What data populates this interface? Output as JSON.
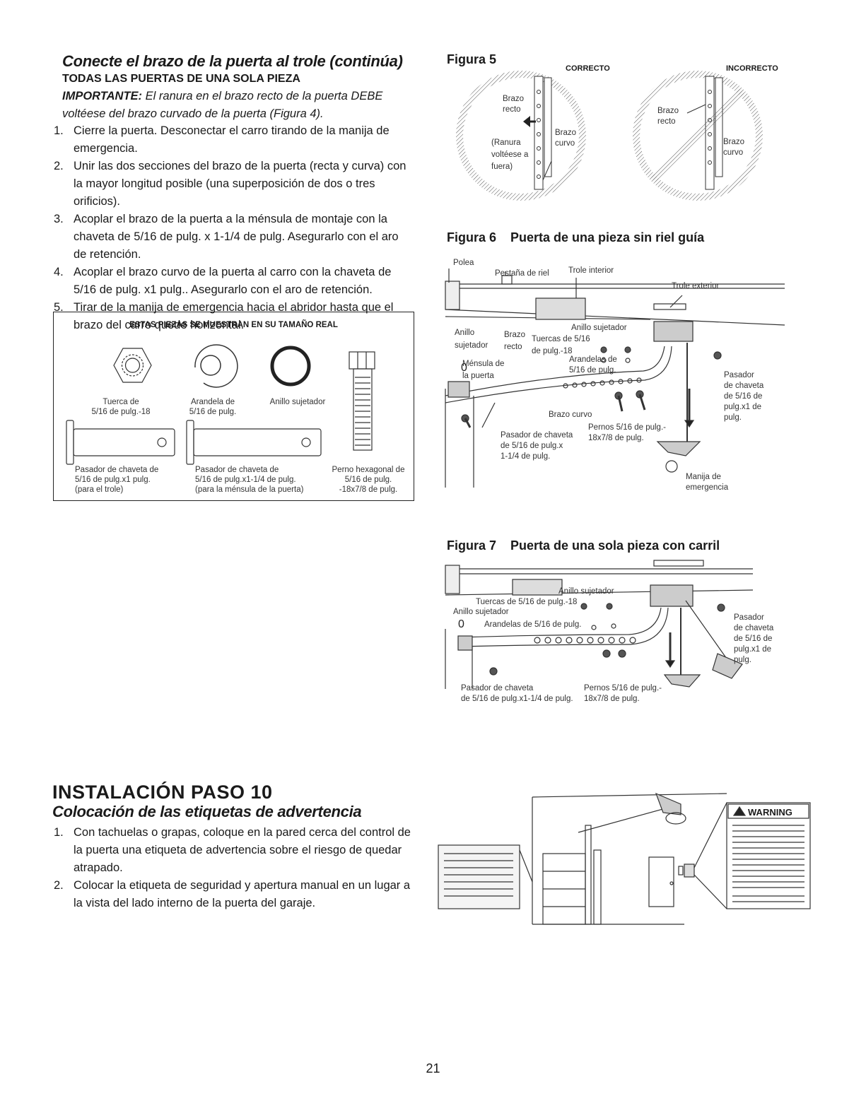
{
  "left": {
    "heading": "Conecte el brazo de la puerta al trole (continúa)",
    "subheading": "TODAS LAS PUERTAS DE UNA SOLA PIEZA",
    "important_label": "IMPORTANTE:",
    "important_text": " El ranura en el brazo recto de la puerta DEBE voltéese del brazo curvado de la puerta (Figura 4).",
    "steps": [
      {
        "num": "1.",
        "text": "Cierre la puerta. Desconectar el carro tirando de la manija de emergencia."
      },
      {
        "num": "2.",
        "text": "Unir las dos secciones del brazo de la puerta (recta y curva) con la mayor longitud posible (una superposición de dos o tres orificios)."
      },
      {
        "num": "3.",
        "text": "Acoplar el brazo de la puerta a la ménsula de montaje con la chaveta de 5/16 de pulg. x 1-1/4 de pulg. Asegurarlo con el aro de retención."
      },
      {
        "num": "4.",
        "text": "Acoplar el brazo curvo de la puerta al carro con la chaveta de 5/16 de pulg. x1 pulg.. Asegurarlo con el aro de retención."
      },
      {
        "num": "5.",
        "text": "Tirar de la manija de emergencia hacia el abridor hasta que el brazo del carro quede horizontal."
      }
    ]
  },
  "parts": {
    "title": "ESTAS PIEZAS SE MUESTRAN EN SU TAMAÑO REAL",
    "nut_1": "Tuerca de",
    "nut_2": "5/16 de pulg.-18",
    "washer_1": "Arandela de",
    "washer_2": "5/16 de pulg.",
    "ring": "Anillo sujetador",
    "pin1_1": "Pasador de chaveta de",
    "pin1_2": "5/16 de pulg.x1 pulg.",
    "pin1_3": "(para el trole)",
    "pin2_1": "Pasador de chaveta de",
    "pin2_2": "5/16 de pulg.x1-1/4 de pulg.",
    "pin2_3": "(para la ménsula de la puerta)",
    "bolt_1": "Perno hexagonal de",
    "bolt_2": "5/16 de pulg.",
    "bolt_3": "-18x7/8 de pulg."
  },
  "fig5": {
    "title": "Figura 5",
    "correct": "CORRECTO",
    "incorrect": "INCORRECTO",
    "c_brazo_recto_1": "Brazo",
    "c_brazo_recto_2": "recto",
    "c_ranura_1": "(Ranura",
    "c_ranura_2": "voltéese a",
    "c_ranura_3": "fuera)",
    "c_brazo_curvo_1": "Brazo",
    "c_brazo_curvo_2": "curvo",
    "i_brazo_recto_1": "Brazo",
    "i_brazo_recto_2": "recto",
    "i_brazo_curvo_1": "Brazo",
    "i_brazo_curvo_2": "curvo"
  },
  "fig6": {
    "title_num": "Figura 6",
    "title_text": "Puerta de una pieza sin riel guía",
    "polea": "Polea",
    "pestana": "Pestaña de riel",
    "trole_int": "Trole interior",
    "trole_ext": "Trole exterior",
    "anillo_1": "Anillo",
    "anillo_2": "sujetador",
    "brazo_recto_1": "Brazo",
    "brazo_recto_2": "recto",
    "anillo_suj": "Anillo sujetador",
    "tuercas_1": "Tuercas de 5/16",
    "tuercas_2": "de pulg.-18",
    "arandelas_1": "Arandelas de",
    "arandelas_2": "5/16 de pulg.",
    "mensula_1": "Ménsula de",
    "mensula_2": "la puerta",
    "brazo_curvo": "Brazo curvo",
    "pasador_1": "Pasador",
    "pasador_2": "de chaveta",
    "pasador_3": "de 5/16 de",
    "pasador_4": "pulg.x1 de",
    "pasador_5": "pulg.",
    "pernos_1": "Pernos 5/16 de pulg.-",
    "pernos_2": "18x7/8 de pulg.",
    "pasador_b_1": "Pasador de chaveta",
    "pasador_b_2": "de 5/16 de pulg.x",
    "pasador_b_3": "1-1/4 de pulg.",
    "manija_1": "Manija de",
    "manija_2": "emergencia"
  },
  "fig7": {
    "title_num": "Figura 7",
    "title_text": "Puerta de una sola pieza con carril",
    "anillo_suj_top": "Anillo sujetador",
    "tuercas": "Tuercas de 5/16 de pulg.-18",
    "anillo_suj_left": "Anillo sujetador",
    "arandelas": "Arandelas de 5/16 de pulg.",
    "pasador_1": "Pasador",
    "pasador_2": "de chaveta",
    "pasador_3": "de 5/16 de",
    "pasador_4": "pulg.x1 de",
    "pasador_5": "pulg.",
    "pasador_b_1": "Pasador de chaveta",
    "pasador_b_2": "de 5/16 de pulg.x1-1/4 de pulg.",
    "pernos_1": "Pernos 5/16 de pulg.-",
    "pernos_2": "18x7/8 de pulg."
  },
  "step10": {
    "heading": "INSTALACIÓN PASO 10",
    "subheading": "Colocación de las etiquetas de advertencia",
    "steps": [
      {
        "num": "1.",
        "text": "Con tachuelas o grapas, coloque en la pared cerca del control de la puerta una etiqueta de advertencia sobre el riesgo de quedar atrapado."
      },
      {
        "num": "2.",
        "text": "Colocar la etiqueta de seguridad y apertura manual en un lugar a la vista del lado interno de la puerta del garaje."
      }
    ],
    "warning_label": "WARNING"
  },
  "page_number": "21"
}
